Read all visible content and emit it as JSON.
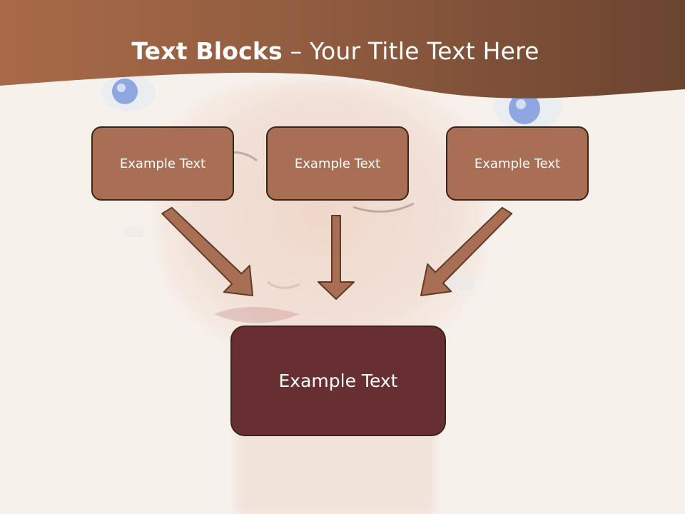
{
  "slide": {
    "title_bold": "Text Blocks",
    "title_rest": " – Your Title Text Here"
  },
  "diagram": {
    "top_blocks": [
      {
        "label": "Example Text"
      },
      {
        "label": "Example Text"
      },
      {
        "label": "Example Text"
      }
    ],
    "bottom_block": {
      "label": "Example Text"
    }
  },
  "colors": {
    "header": "#8e5a3e",
    "block": "#a86f54",
    "bottom_block": "#672f32",
    "border": "#3a2418",
    "text": "#ffffff"
  }
}
